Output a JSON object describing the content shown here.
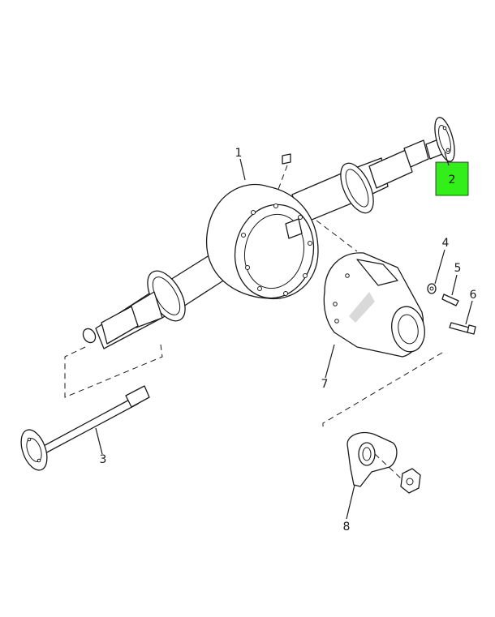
{
  "callouts": [
    {
      "id": "1",
      "label": "1"
    },
    {
      "id": "2",
      "label": "2"
    },
    {
      "id": "3",
      "label": "3"
    },
    {
      "id": "4",
      "label": "4"
    },
    {
      "id": "5",
      "label": "5"
    },
    {
      "id": "6",
      "label": "6"
    },
    {
      "id": "7",
      "label": "7"
    },
    {
      "id": "8",
      "label": "8"
    }
  ],
  "highlight": {
    "callout": "2",
    "color": "#33ee1a"
  }
}
